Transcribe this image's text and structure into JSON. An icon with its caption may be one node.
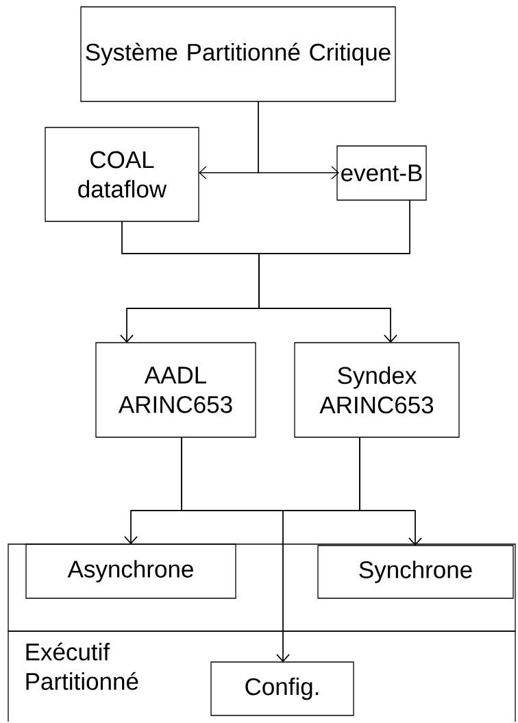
{
  "diagram": {
    "nodes": [
      {
        "text": [
          "Système Partitionné Critique"
        ]
      },
      {
        "text": [
          "COAL dataflow"
        ]
      },
      {
        "text": [
          "event-B"
        ]
      },
      {
        "text": [
          "AADL ARINC653"
        ]
      },
      {
        "text": [
          "Syndex ARINC653"
        ]
      },
      {
        "text": [],
        "shape": "box"
      },
      {
        "text": [
          "Asynchrone"
        ],
        "in": 5
      },
      {
        "text": [
          "Synchrone"
        ],
        "in": 5
      },
      {
        "text": [
          "Exécutif Partitionné"
        ]
      },
      {
        "text": [
          "Config."
        ],
        "in": 8
      }
    ],
    "edges": [
      {
        "from": 0,
        "to": 1,
        "arrow": "to"
      },
      {
        "from": 0,
        "to": 2,
        "arrow": "to"
      },
      {
        "from": 1,
        "to": 3,
        "arrow": "to"
      },
      {
        "from": 1,
        "to": 4,
        "arrow": "to"
      },
      {
        "from": 2,
        "to": 3,
        "arrow": "to"
      },
      {
        "from": 2,
        "to": 4,
        "arrow": "to"
      },
      {
        "from": 3,
        "to": 6,
        "arrow": "to"
      },
      {
        "from": 3,
        "to": 7,
        "arrow": "to"
      },
      {
        "from": 3,
        "to": 9,
        "arrow": "to"
      },
      {
        "from": 4,
        "to": 6,
        "arrow": "to"
      },
      {
        "from": 4,
        "to": 7,
        "arrow": "to"
      },
      {
        "from": 4,
        "to": 9,
        "arrow": "to"
      }
    ]
  }
}
